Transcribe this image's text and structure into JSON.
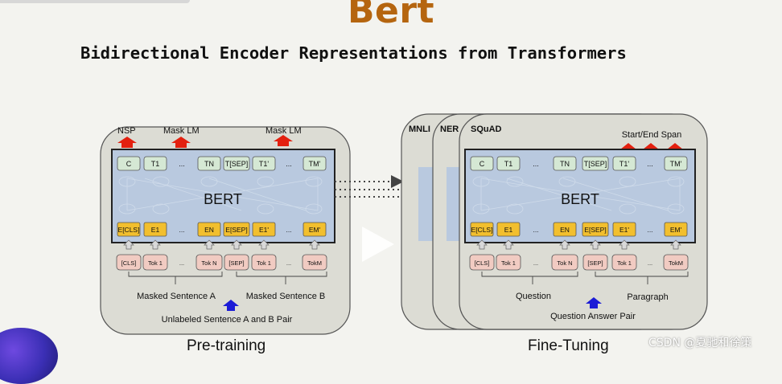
{
  "header": {
    "title": "Bert",
    "subtitle": "Bidirectional Encoder Representations from Transformers"
  },
  "pretraining": {
    "output_labels": [
      "NSP",
      "Mask LM",
      "Mask LM"
    ],
    "output_tokens": [
      "C",
      "T1",
      "...",
      "TN",
      "T[SEP]",
      "T1'",
      "...",
      "TM'"
    ],
    "model_label": "BERT",
    "embeddings": [
      "E[CLS]",
      "E1",
      "...",
      "EN",
      "E[SEP]",
      "E1'",
      "...",
      "EM'"
    ],
    "input_tokens": [
      "[CLS]",
      "Tok 1",
      "...",
      "Tok N",
      "[SEP]",
      "Tok 1",
      "...",
      "TokM"
    ],
    "sentence_a": "Masked Sentence A",
    "sentence_b": "Masked Sentence B",
    "pair_label": "Unlabeled Sentence A and B Pair",
    "caption": "Pre-training"
  },
  "finetuning": {
    "tasks": [
      "MNLI",
      "NER",
      "SQuAD"
    ],
    "output_label": "Start/End Span",
    "output_tokens": [
      "C",
      "T1",
      "...",
      "TN",
      "T[SEP]",
      "T1'",
      "...",
      "TM'"
    ],
    "model_label": "BERT",
    "embeddings": [
      "E[CLS]",
      "E1",
      "...",
      "EN",
      "E[SEP]",
      "E1'",
      "...",
      "EM'"
    ],
    "input_tokens": [
      "[CLS]",
      "Tok 1",
      "...",
      "Tok N",
      "[SEP]",
      "Tok 1",
      "...",
      "TokM"
    ],
    "question_label": "Question",
    "paragraph_label": "Paragraph",
    "pair_label": "Question Answer Pair",
    "caption": "Fine-Tuning"
  },
  "watermark": "CSDN @夏驰和徐策",
  "colors": {
    "title": "#b5650f",
    "bert_box": "#b9c9df",
    "output_token": "#d5e8d4",
    "embedding": "#f2bf2e",
    "input_token": "#f1cbc2",
    "red_arrow": "#e3200f",
    "blue_arrow": "#1b1bd6"
  }
}
